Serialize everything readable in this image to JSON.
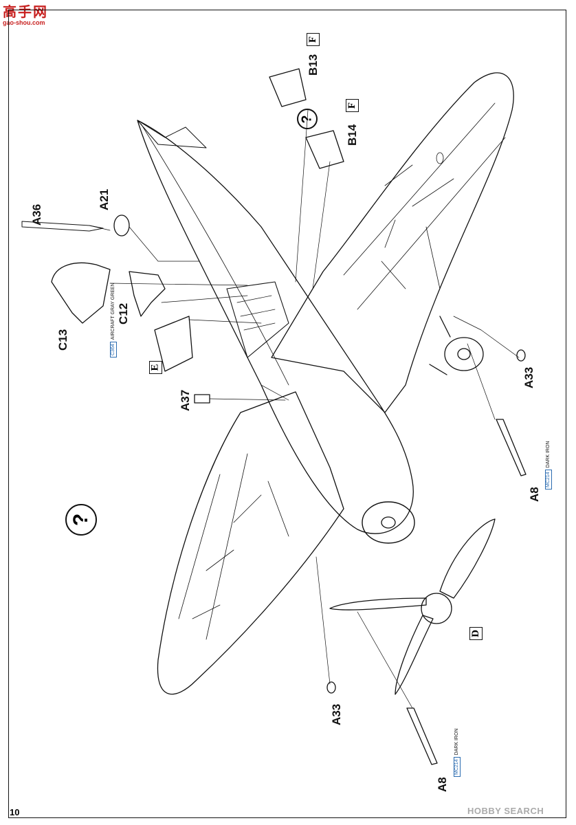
{
  "page_number": "10",
  "watermark_top": {
    "chars": "高手网",
    "url": "gao-shou.com"
  },
  "watermark_bottom": "HOBBY SEARCH",
  "parts": {
    "a36": "A36",
    "a21": "A21",
    "c13": "C13",
    "c12": "C12",
    "a37": "A37",
    "b13": "B13",
    "b14": "B14",
    "a33_right": "A33",
    "a33_left": "A33",
    "a8_right": "A8",
    "a8_left": "A8"
  },
  "box_letters": {
    "e": "E",
    "f1": "F",
    "f2": "F",
    "d": "D"
  },
  "paints": {
    "gray_green": {
      "code": "C364",
      "name": "AIRCRAFT GRAY GREEN"
    },
    "dark_iron_right": {
      "code": "MC214",
      "name": "DARK IRON"
    },
    "dark_iron_left": {
      "code": "MC214",
      "name": "DARK IRON"
    }
  },
  "question_marks": {
    "top": "?",
    "left": "?"
  },
  "colors": {
    "line": "#111111",
    "paint_code": "#2a6bb0",
    "watermark": "#c8201f"
  }
}
